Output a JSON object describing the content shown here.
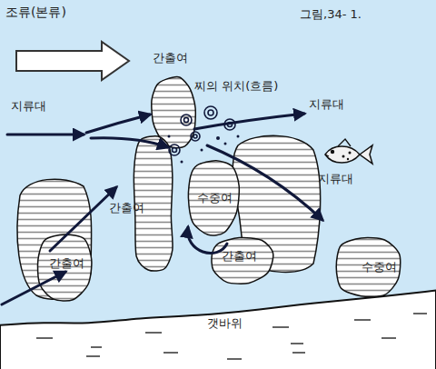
{
  "diagram": {
    "nodes": [
      {
        "text": [
          "간출여"
        ]
      },
      {
        "text": [
          "간출여"
        ]
      },
      {
        "text": [
          "수중여"
        ]
      },
      {
        "text": [
          "간출여"
        ]
      },
      {
        "text": [
          "간출여"
        ]
      },
      {
        "text": [
          "수중여"
        ]
      },
      {
        "text": [
          "갯바위"
        ]
      }
    ],
    "labels": [
      "조류(본류)",
      "그림,34- 1.",
      "지류대",
      "찌의 위치(흐름)",
      "지류대",
      "지류대"
    ]
  }
}
